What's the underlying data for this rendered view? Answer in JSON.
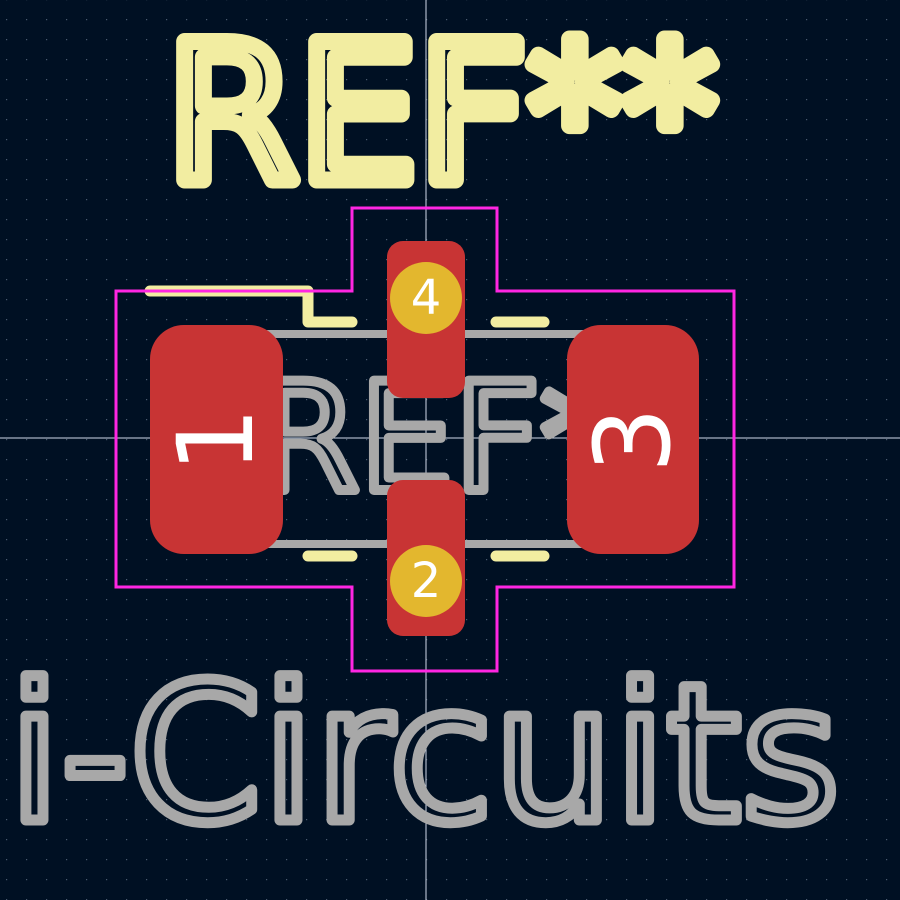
{
  "colors": {
    "background": "#001023",
    "grid_dot": "#4a5a70",
    "crosshair": "#d0d8e8",
    "silkscreen": "#f2eda1",
    "fab": "#a8a8a8",
    "courtyard": "#ff26e2",
    "pad": "#c83434",
    "pad_text": "#ffffff",
    "drill": "#e3b72e"
  },
  "labels": {
    "reference": "REF**",
    "fab_reference": "REF*",
    "value_fragment": "i-Circuits"
  },
  "pads": [
    {
      "number": "1",
      "shape": "roundrect",
      "plated_hole": false
    },
    {
      "number": "2",
      "shape": "roundrect",
      "plated_hole": true
    },
    {
      "number": "3",
      "shape": "roundrect",
      "plated_hole": false
    },
    {
      "number": "4",
      "shape": "roundrect",
      "plated_hole": true
    }
  ]
}
